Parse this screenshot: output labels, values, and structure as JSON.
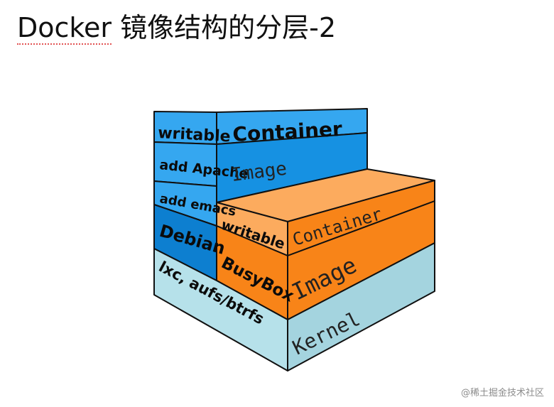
{
  "slide": {
    "title_latin": "Docker",
    "title_cjk": "镜像结构的分层-2"
  },
  "stack_left": {
    "writable": "writable",
    "container": "Container",
    "add_apache": "add Apache",
    "image": "Image",
    "add_emacs": "add emacs",
    "debian": "Debian"
  },
  "stack_right": {
    "writable": "writable",
    "container": "Container",
    "busybox": "BusyBox",
    "image": "Image"
  },
  "base": {
    "lxc": "lxc, aufs/btrfs",
    "kernel": "Kernel"
  },
  "watermark": "@稀土掘金技术社区",
  "colors": {
    "blue_light": "#35a7f0",
    "blue_mid": "#1691e2",
    "blue_dark": "#0d7fd0",
    "orange": "#f88418",
    "orange_light": "#fcab5e",
    "teal_light": "#b6e1ea",
    "teal_mid": "#a4d4df",
    "outline": "#101010"
  }
}
